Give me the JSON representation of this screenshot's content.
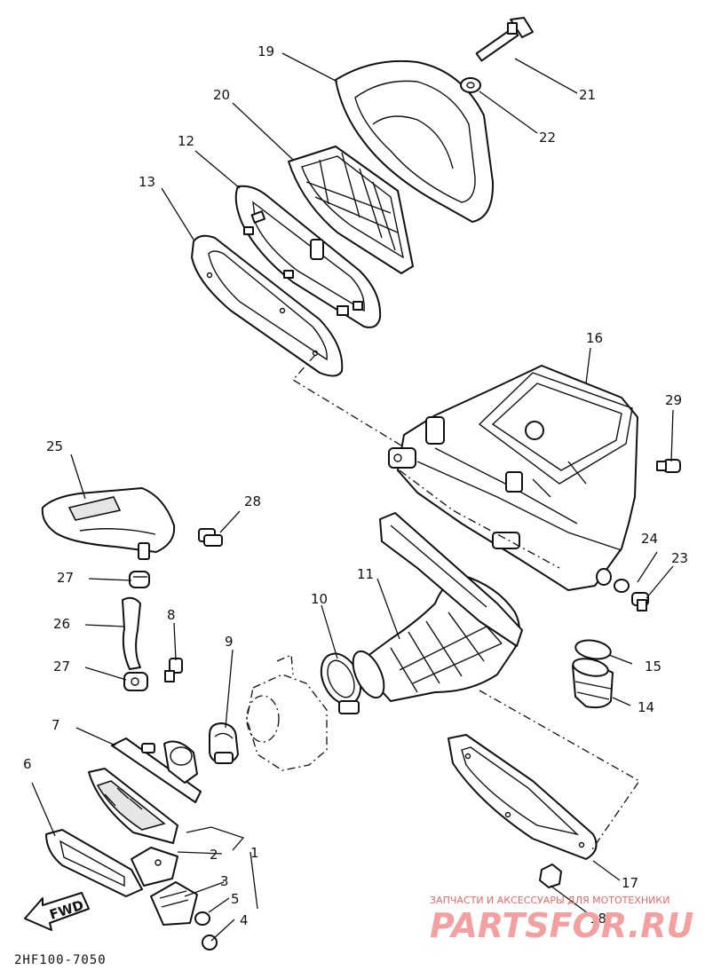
{
  "labels": {
    "l1": "1",
    "l2": "2",
    "l3": "3",
    "l4": "4",
    "l5": "5",
    "l6": "6",
    "l7": "7",
    "l8": "8",
    "l9": "9",
    "l10": "10",
    "l11": "11",
    "l12": "12",
    "l13": "13",
    "l14": "14",
    "l15": "15",
    "l16": "16",
    "l17": "17",
    "l18": "18",
    "l19": "19",
    "l20": "20",
    "l21": "21",
    "l22": "22",
    "l23": "23",
    "l24": "24",
    "l25": "25",
    "l26": "26",
    "l27a": "27",
    "l27b": "27",
    "l28": "28",
    "l29": "29"
  },
  "fwd": "FWD",
  "diagram_code": "2HF100-7050",
  "watermark": {
    "tagline": "ЗАПЧАСТИ И АКСЕССУАРЫ ДЛЯ МОТОТЕХНИКИ",
    "brand": "PARTSFOR.RU"
  }
}
